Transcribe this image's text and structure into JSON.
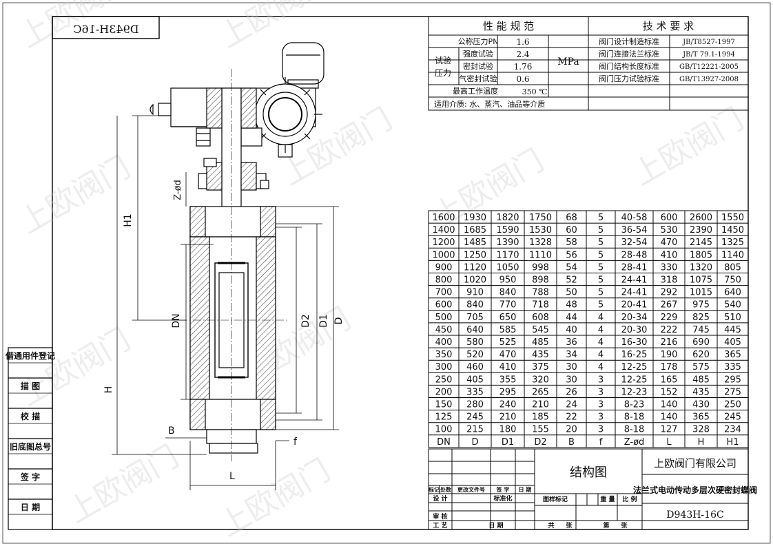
{
  "stamp_code": "D943H-16C",
  "perf": {
    "title": "性 能 规 范",
    "nominal_pressure_label": "公称压力PN",
    "nominal_pressure": "1.6",
    "test_pressure_label": [
      "试验",
      "压力"
    ],
    "rows": [
      {
        "label": "强度试验",
        "value": "2.4"
      },
      {
        "label": "密封试验",
        "value": "1.76"
      },
      {
        "label": "气密封试验",
        "value": "0.6"
      }
    ],
    "unit": "MPa",
    "max_temp_label": "最高工作温度",
    "max_temp": "350 ℃",
    "medium": "适用介质: 水、蒸汽、油品等介质"
  },
  "tech": {
    "title": "技 术 要 求",
    "rows": [
      {
        "label": "阀门设计制造标准",
        "value": "JB/T8527-1997"
      },
      {
        "label": "阀门连接法兰标准",
        "value": "JB/T 79.1-1994"
      },
      {
        "label": "阀门结构长度标准",
        "value": "GB/T12221-2005"
      },
      {
        "label": "阀门压力试验标准",
        "value": "GB/T13927-2008"
      }
    ]
  },
  "dims": {
    "headers": [
      "DN",
      "D",
      "D1",
      "D2",
      "B",
      "f",
      "Z-ød",
      "L",
      "H",
      "H1"
    ],
    "rows": [
      [
        "1600",
        "1930",
        "1820",
        "1750",
        "68",
        "5",
        "40-58",
        "600",
        "2600",
        "1550"
      ],
      [
        "1400",
        "1685",
        "1590",
        "1530",
        "60",
        "5",
        "36-54",
        "530",
        "2390",
        "1450"
      ],
      [
        "1200",
        "1485",
        "1390",
        "1328",
        "58",
        "5",
        "32-54",
        "470",
        "2145",
        "1325"
      ],
      [
        "1000",
        "1250",
        "1170",
        "1110",
        "56",
        "5",
        "28-48",
        "410",
        "1805",
        "1140"
      ],
      [
        "900",
        "1120",
        "1050",
        "998",
        "54",
        "5",
        "28-41",
        "330",
        "1320",
        "805"
      ],
      [
        "800",
        "1020",
        "950",
        "898",
        "52",
        "5",
        "24-41",
        "318",
        "1075",
        "750"
      ],
      [
        "700",
        "910",
        "840",
        "788",
        "50",
        "5",
        "24-41",
        "292",
        "1015",
        "640"
      ],
      [
        "600",
        "840",
        "770",
        "718",
        "48",
        "5",
        "20-41",
        "267",
        "975",
        "540"
      ],
      [
        "500",
        "705",
        "650",
        "608",
        "44",
        "4",
        "20-34",
        "229",
        "825",
        "510"
      ],
      [
        "450",
        "640",
        "585",
        "545",
        "40",
        "4",
        "20-30",
        "222",
        "745",
        "445"
      ],
      [
        "400",
        "580",
        "525",
        "485",
        "36",
        "4",
        "16-30",
        "216",
        "690",
        "405"
      ],
      [
        "350",
        "520",
        "470",
        "435",
        "34",
        "4",
        "16-25",
        "190",
        "620",
        "365"
      ],
      [
        "300",
        "460",
        "410",
        "375",
        "30",
        "4",
        "12-25",
        "178",
        "575",
        "335"
      ],
      [
        "250",
        "405",
        "355",
        "320",
        "30",
        "3",
        "12-25",
        "165",
        "485",
        "295"
      ],
      [
        "200",
        "335",
        "295",
        "265",
        "26",
        "3",
        "12-23",
        "152",
        "435",
        "275"
      ],
      [
        "150",
        "280",
        "240",
        "210",
        "24",
        "3",
        "8-23",
        "140",
        "430",
        "250"
      ],
      [
        "125",
        "245",
        "210",
        "185",
        "22",
        "3",
        "8-18",
        "140",
        "365",
        "245"
      ],
      [
        "100",
        "215",
        "180",
        "155",
        "20",
        "3",
        "8-18",
        "127",
        "328",
        "234"
      ]
    ]
  },
  "side_labels": [
    "借通用件登记",
    "描 图",
    "校 描",
    "旧底图总号",
    "签 字",
    "日 期"
  ],
  "drawing_labels": {
    "h1": "H1",
    "h": "H",
    "dn": "DN",
    "d2": "D2",
    "d1": "D1",
    "d": "D",
    "zd": "Z-ød",
    "b": "B",
    "l": "L",
    "f": "f"
  },
  "title_block": {
    "drawing_name": "结构图",
    "company": "上欧阀门有限公司",
    "product": "法兰式电动传动多层次硬密封蝶阀",
    "model": "D943H-16C",
    "rev_headers": [
      "标记",
      "处数",
      "更改文件号",
      "签 字",
      "日 期"
    ],
    "design": "设 计",
    "standardize": "标准化",
    "stage_mark": "图样标记",
    "weight": "重 量",
    "scale": "比 例",
    "review": "审 核",
    "process": "工 艺",
    "date": "日 期",
    "total": "共",
    "sheet": "张",
    "num": "第"
  },
  "watermark": "上欧阀门"
}
